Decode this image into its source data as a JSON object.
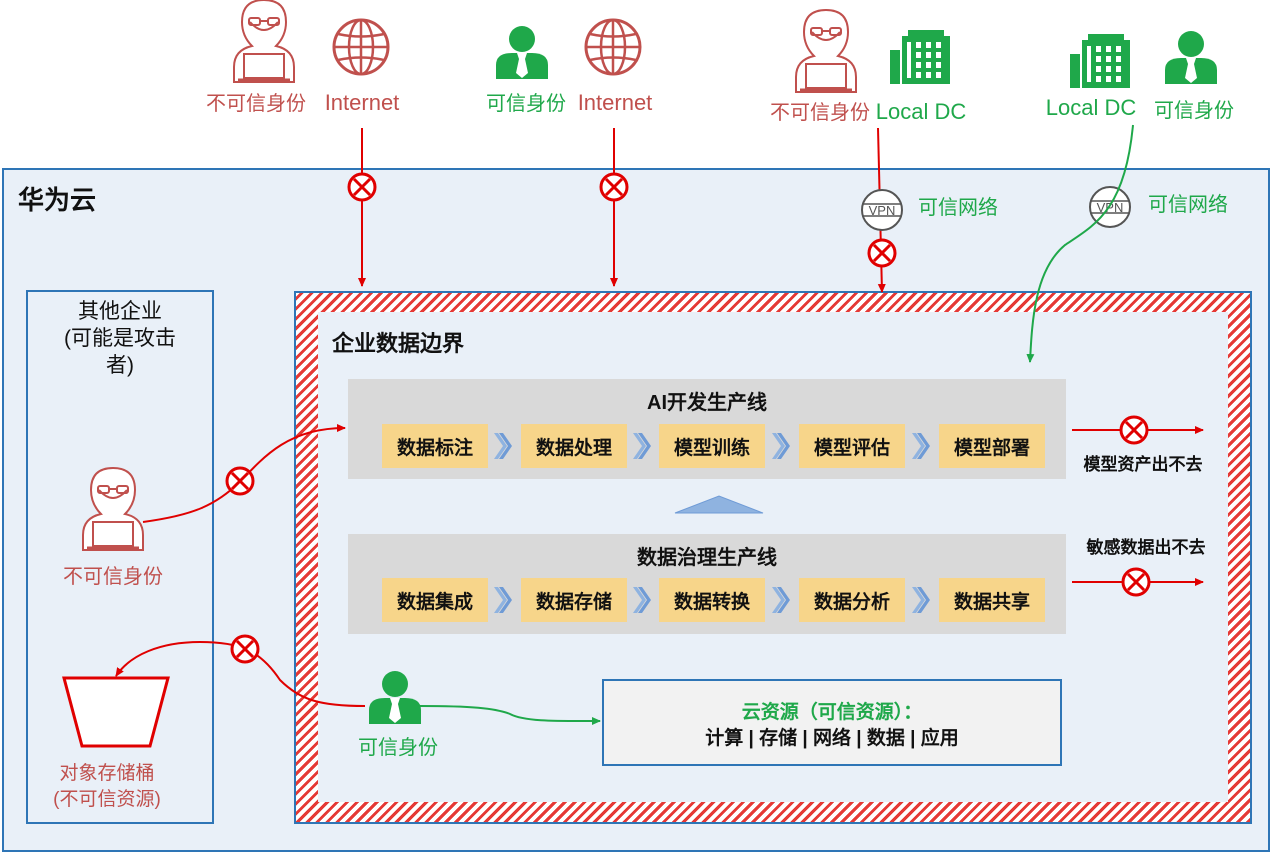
{
  "cloud": {
    "title": "华为云"
  },
  "top_sources": [
    {
      "identity": "不可信身份",
      "network": "Internet"
    },
    {
      "identity": "可信身份",
      "network": "Internet"
    },
    {
      "identity": "不可信身份",
      "network": "Local DC"
    },
    {
      "identity": "可信身份",
      "network": "Local DC"
    }
  ],
  "vpn": {
    "icon_text": "VPN",
    "label": "可信网络"
  },
  "other_enterprise": {
    "line1": "其他企业",
    "line2": "(可能是攻击",
    "line3": "者)"
  },
  "boundary": {
    "title": "企业数据边界"
  },
  "ai_pipeline": {
    "title": "AI开发生产线",
    "steps": [
      "数据标注",
      "数据处理",
      "模型训练",
      "模型评估",
      "模型部署"
    ]
  },
  "data_pipeline": {
    "title": "数据治理生产线",
    "steps": [
      "数据集成",
      "数据存储",
      "数据转换",
      "数据分析",
      "数据共享"
    ]
  },
  "outputs": {
    "model": "模型资产出不去",
    "data": "敏感数据出不去"
  },
  "left_actors": {
    "untrusted": "不可信身份",
    "trusted": "可信身份"
  },
  "bucket": {
    "line1": "对象存储桶",
    "line2": "(不可信资源)"
  },
  "cloud_resources": {
    "title": "云资源（可信资源）：",
    "items": "计算 | 存储 | 网络 | 数据 | 应用"
  },
  "colors": {
    "untrusted": "#c0504d",
    "trusted": "#1fa84a",
    "block": "#e00000",
    "border": "#2e75b6",
    "step": "#f7d58a"
  }
}
